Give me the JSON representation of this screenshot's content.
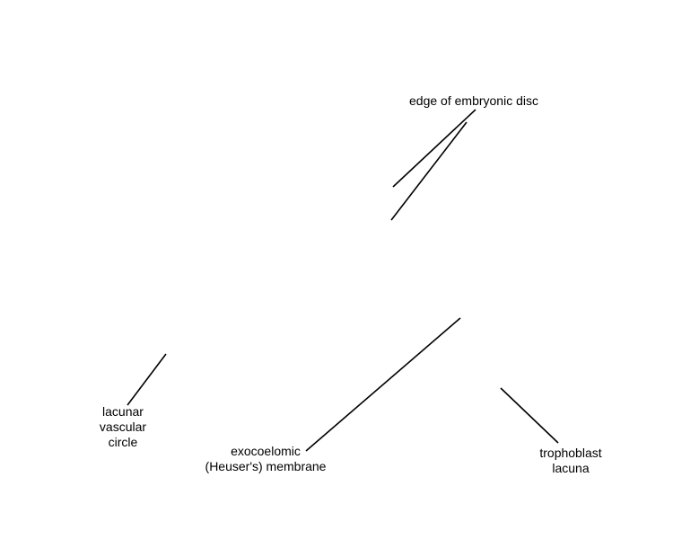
{
  "labels": {
    "edge_of_embryonic_disc": [
      "edge of embryonic disc"
    ],
    "lacunar_vascular_circle": [
      "lacunar",
      "vascular",
      "circle"
    ],
    "exocoelomic_membrane": [
      "exocoelomic",
      "(Heuser's) membrane"
    ],
    "trophoblast_lacuna": [
      "trophoblast",
      "lacuna"
    ]
  },
  "colors": {
    "line": "#000000",
    "text": "#000000",
    "background": "#ffffff"
  }
}
